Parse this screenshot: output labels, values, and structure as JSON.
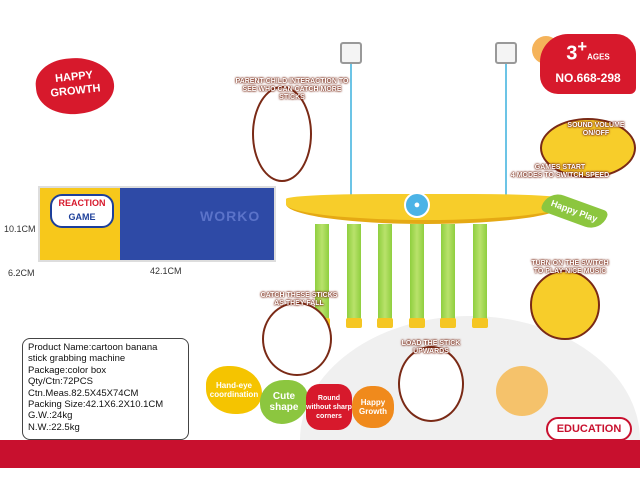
{
  "badge_left": {
    "line1": "HAPPY",
    "line2": "GROWTH"
  },
  "age_badge": {
    "age": "3",
    "plus": "+",
    "ages_label": "AGES",
    "model_no": "NO.668-298"
  },
  "package_box": {
    "title_line1": "REACTION",
    "title_line2": "GAME",
    "brand": "WORKO"
  },
  "dimensions": {
    "height": "10.1CM",
    "depth": "6.2CM",
    "width": "42.1CM"
  },
  "callouts": {
    "parent_child": [
      "PARENT-CHILD INTERACTION TO",
      "SEE WHO CAN CATCH MORE STICKS"
    ],
    "sound": [
      "SOUND VOLUME",
      "ON/OFF"
    ],
    "games_start": [
      "GAMES START",
      "4 MODES TO SWITCH SPEED"
    ],
    "happy_play": "Happy Play",
    "turn_on": [
      "TURN ON THE SWITCH",
      "TO PLAY NICE MUSIC"
    ],
    "catch": [
      "CATCH THESE STICKS",
      "AS THEY FALL"
    ],
    "load": [
      "LOAD THE STICK",
      "UPWARDS"
    ]
  },
  "product_info": [
    "Product Name:cartoon banana",
    "stick grabbing machine",
    "Package:color box",
    "Qty/Ctn:72PCS",
    "Ctn.Meas.82.5X45X74CM",
    "Packing Size:42.1X6.2X10.1CM",
    "G.W.:24kg",
    "N.W.:22.5kg"
  ],
  "features": [
    {
      "label": "Hand-eye coordination",
      "color": "#f5c400"
    },
    {
      "label": "Cute shape",
      "color": "#8cc63f"
    },
    {
      "label": "Round without sharp corners",
      "color": "#d7192c"
    },
    {
      "label": "Happy Growth",
      "color": "#f08a1c"
    }
  ],
  "footer": {
    "education": "EDUCATION"
  },
  "colors": {
    "brand_red": "#c8102e",
    "banana_yellow": "#f7cd2a",
    "stick_green": "#8fcf3f"
  }
}
